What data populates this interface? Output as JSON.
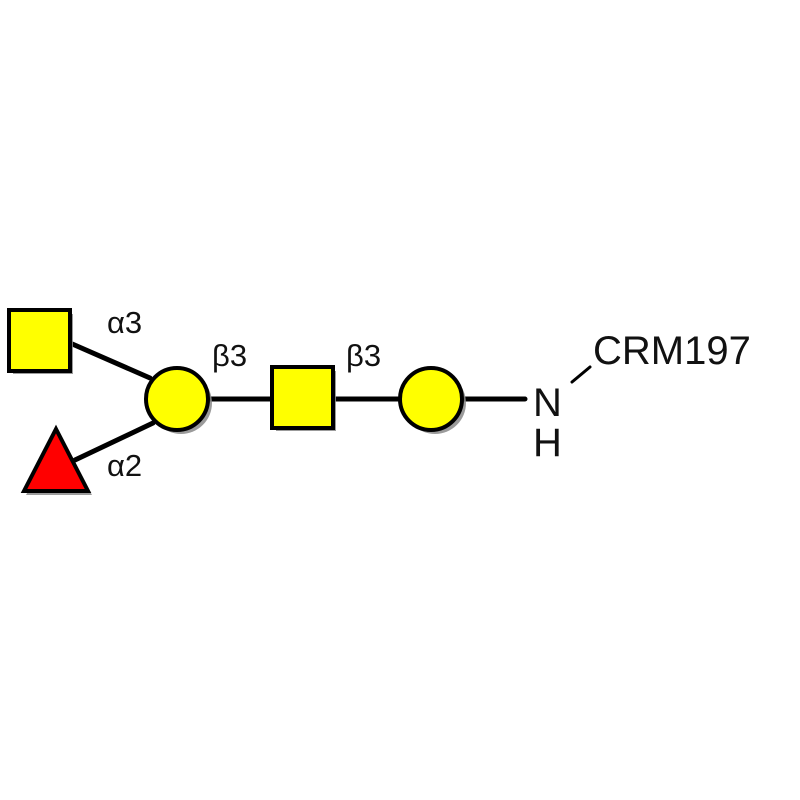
{
  "linkages": {
    "fuc_to_gal_upper": "α3",
    "fuc_to_gal_lower": "α2",
    "gal_to_galnac": "β3",
    "galnac_to_gal": "β3"
  },
  "carrier": {
    "amine_n": "N",
    "amine_h": "H",
    "protein": "CRM197"
  },
  "colors": {
    "galactose": "#ffff00",
    "n_acetylgalactosamine": "#ffff00",
    "fucose": "#ff0000",
    "bond": "#000000"
  },
  "residues": [
    {
      "id": "galnac-terminal",
      "shape": "square",
      "color": "#ffff00"
    },
    {
      "id": "fucose",
      "shape": "triangle",
      "color": "#ff0000"
    },
    {
      "id": "galactose-branch",
      "shape": "circle",
      "color": "#ffff00"
    },
    {
      "id": "galnac-core",
      "shape": "square",
      "color": "#ffff00"
    },
    {
      "id": "galactose-reducing",
      "shape": "circle",
      "color": "#ffff00"
    }
  ]
}
